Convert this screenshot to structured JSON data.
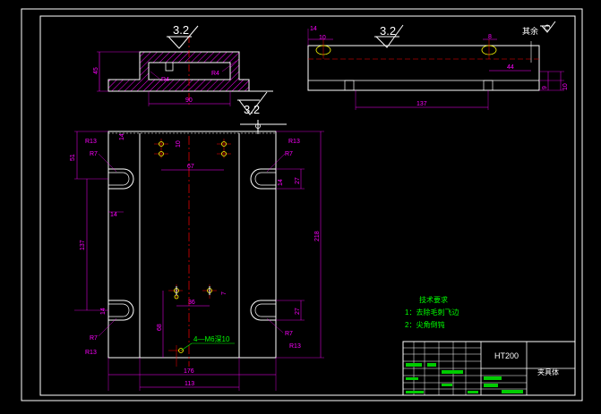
{
  "drawing": {
    "surface_finish_main": "3.2",
    "surface_finish_top": "3.2",
    "surface_finish_right": "3.2",
    "surface_finish_rest": "其余",
    "material": "HT200",
    "title_cell": "夹具体",
    "thread_note": "4—M6深10",
    "tech_requirements": {
      "title": "技术要求",
      "item1": "1：去除毛刺飞边",
      "item2": "2：尖角倒钝"
    },
    "dims": {
      "d45": "45",
      "d90": "90",
      "r4a": "R4",
      "r4b": "R4",
      "d10a": "10",
      "d14a": "14",
      "d8": "8",
      "d44": "44",
      "d9": "9",
      "d10b": "10",
      "d137a": "137",
      "r13a": "R13",
      "r7a": "R7",
      "r13b": "R13",
      "r7b": "R7",
      "r13c": "R13",
      "r7c": "R7",
      "r13d": "R13",
      "r7d": "R7",
      "d51": "51",
      "d14b": "14",
      "d14c": "14",
      "d14d": "14",
      "d14e": "14",
      "d67": "67",
      "d27a": "27",
      "d27b": "27",
      "d137b": "137",
      "d218": "218",
      "d36": "36",
      "d7": "7",
      "d68": "68",
      "d10c": "10",
      "d176": "176",
      "d113": "113"
    }
  }
}
